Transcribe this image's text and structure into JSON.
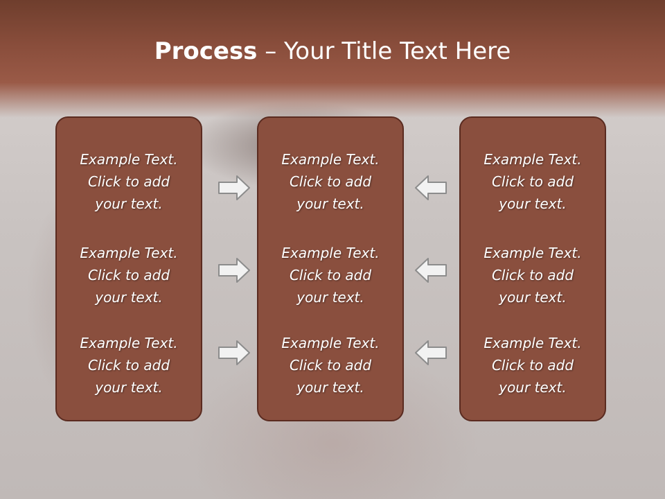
{
  "slide": {
    "title_bold": "Process",
    "title_rest": " – Your Title Text Here"
  },
  "columns": [
    {
      "items": [
        {
          "lines": [
            "Example Text.",
            "Click  to add",
            "your text."
          ]
        },
        {
          "lines": [
            "Example Text.",
            "Click  to add",
            "your text."
          ]
        },
        {
          "lines": [
            "Example Text.",
            "Click  to add",
            "your text."
          ]
        }
      ]
    },
    {
      "items": [
        {
          "lines": [
            "Example Text.",
            "Click  to add",
            "your text."
          ]
        },
        {
          "lines": [
            "Example Text.",
            "Click  to add",
            "your text."
          ]
        },
        {
          "lines": [
            "Example Text.",
            "Click  to add",
            "your text."
          ]
        }
      ]
    },
    {
      "items": [
        {
          "lines": [
            "Example Text.",
            "Click  to add",
            "your text."
          ]
        },
        {
          "lines": [
            "Example Text.",
            "Click  to add",
            "your text."
          ]
        },
        {
          "lines": [
            "Example Text.",
            "Click  to add",
            "your text."
          ]
        }
      ]
    }
  ],
  "arrows": {
    "left_to_center": "right-arrow-icon",
    "right_to_center": "left-arrow-icon"
  },
  "colors": {
    "box_fill": "#8a4f3e",
    "box_border": "#5a2b20",
    "title_band": "#8a4e3c",
    "arrow_fill": "#f2f2f2",
    "arrow_stroke": "#8c8c8c"
  }
}
